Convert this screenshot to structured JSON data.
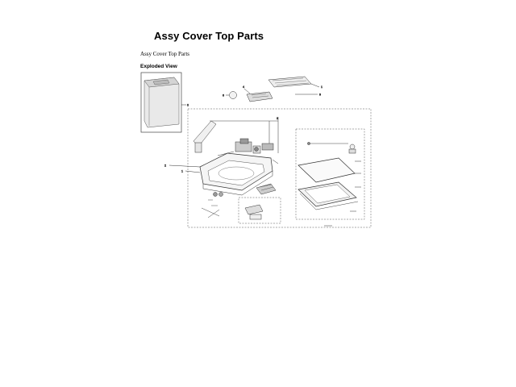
{
  "document": {
    "title": "Assy Cover Top Parts",
    "subtitle": "Assy Cover Top Parts",
    "section": "Exploded View"
  },
  "diagram": {
    "callouts": {
      "c0": "0",
      "c1": "1",
      "c2": "2",
      "c3": "3",
      "c4": "4",
      "c6": "6",
      "c9": "9"
    }
  },
  "colors": {
    "line": "#333333",
    "frame": "#555555"
  }
}
